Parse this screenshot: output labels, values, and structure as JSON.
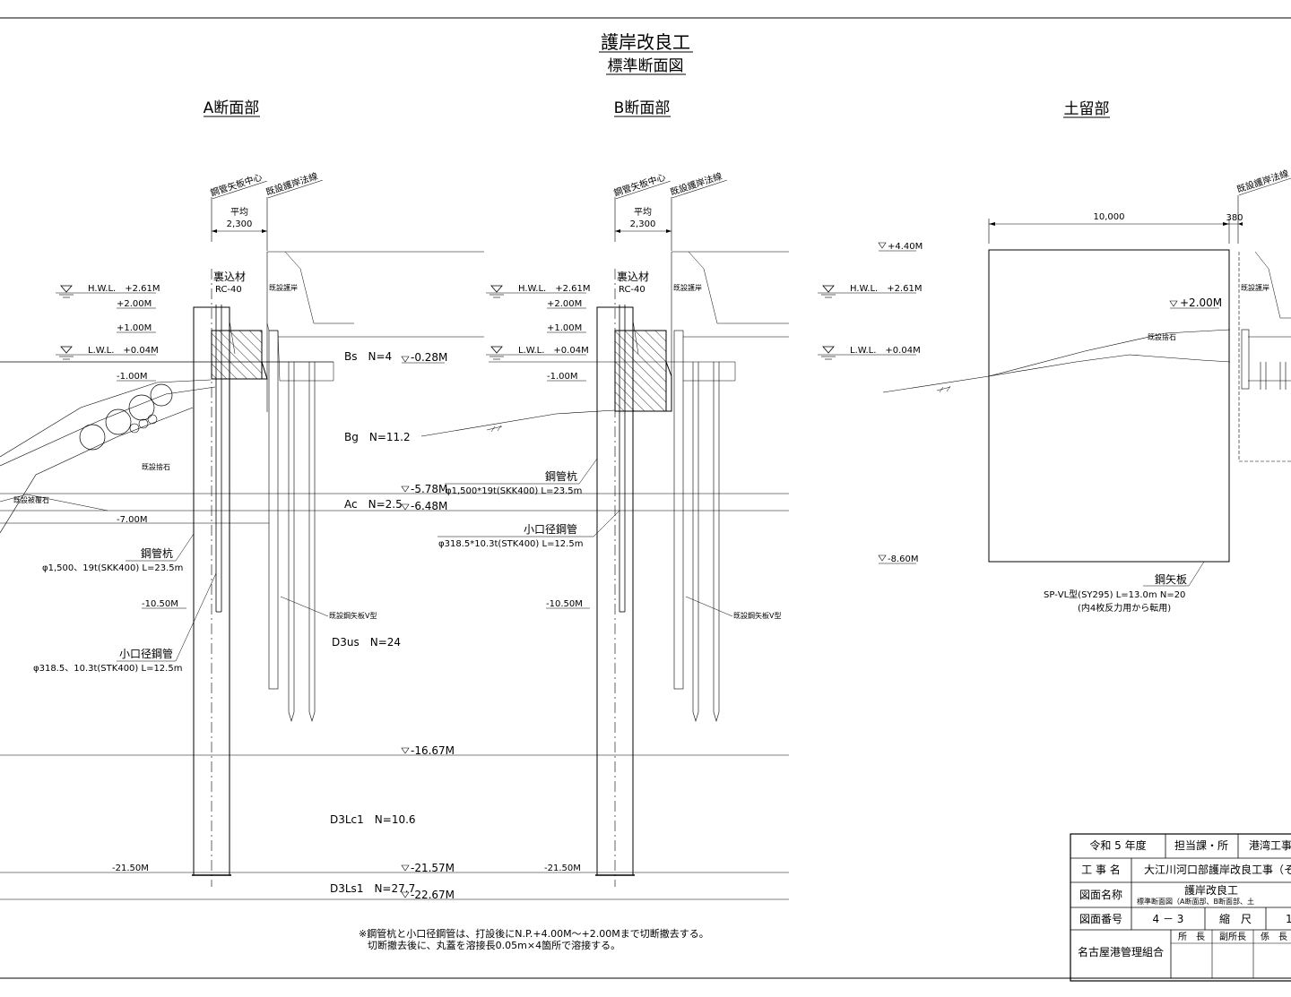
{
  "drawing": {
    "title": "護岸改良工",
    "subtitle": "標準断面図",
    "sections": {
      "a": "A断面部",
      "b": "B断面部",
      "c": "土留部"
    },
    "levels": {
      "hwl": "H.W.L.　+2.61M",
      "p200": "+2.00M",
      "p100": "+1.00M",
      "lwl": "L.W.L.　+0.04M",
      "m100": "-1.00M",
      "m700": "-7.00M",
      "m1050": "-10.50M",
      "m2150": "-21.50M",
      "p440": "+4.40M",
      "m860": "-8.60M",
      "c_p200": "+2.00M"
    },
    "strata": {
      "bs": "Bs　N=4",
      "bg": "Bg　N=11.2",
      "ac": "Ac　N=2.5",
      "d3us": "D3us　N=24",
      "d3lc1": "D3Lc1　N=10.6",
      "d3ls1": "D3Ls1　N=27.7"
    },
    "boundaries": {
      "m028": "-0.28M",
      "m578": "-5.78M",
      "m648": "-6.48M",
      "m1667": "-16.67M",
      "m2157": "-21.57M",
      "m2267": "-22.67M"
    },
    "labels": {
      "center": "鋼管矢板中心",
      "existing_line": "既設護岸法線",
      "avg": "平均",
      "dim_2300": "2,300",
      "backfill": "裏込材",
      "rc40": "RC-40",
      "existing_revet": "既設護岸",
      "existing_rubble": "既設捨石",
      "existing_cover": "既設被覆石",
      "existing_sheet": "既設鋼矢板Ⅴ型",
      "pipe_pile": "鋼管杭",
      "small_pipe": "小口径鋼管",
      "a_pipe_spec": "φ1,500、19t(SKK400) L=23.5m",
      "a_small_spec": "φ318.5、10.3t(STK400) L=12.5m",
      "b_pipe_spec": "φ1,500*19t(SKK400) L=23.5m",
      "b_small_spec": "φ318.5*10.3t(STK400) L=12.5m",
      "dim_10000": "10,000",
      "dim_380": "380",
      "sheet_pile": "鋼矢板",
      "sheet_spec": "SP-ⅤL型(SY295) L=13.0m N=20",
      "sheet_note": "(内4枚反力用から転用)"
    },
    "notes": {
      "line1": "※鋼管杭と小口径鋼管は、打設後にN.P.+4.00M～+2.00Mまで切断撤去する。",
      "line2": "切断撤去後に、丸蓋を溶接長0.05m×4箇所で溶接する。"
    }
  },
  "title_block": {
    "year": "令和 5 年度",
    "dept_label": "担当課・所",
    "dept_value": "港湾工事",
    "work_label": "工 事 名",
    "work_value": "大江川河口部護岸改良工事（そ",
    "drawing_label": "図面名称",
    "drawing_value1": "護岸改良工",
    "drawing_value2": "標準断面図（A断面部、B断面部、土",
    "number_label": "図面番号",
    "number_value": "4 － 3",
    "scale_label": "縮　尺",
    "scale_value": "1",
    "org": "名古屋港管理組合",
    "stamp1": "所　長",
    "stamp2": "副所長",
    "stamp3": "係　長"
  }
}
